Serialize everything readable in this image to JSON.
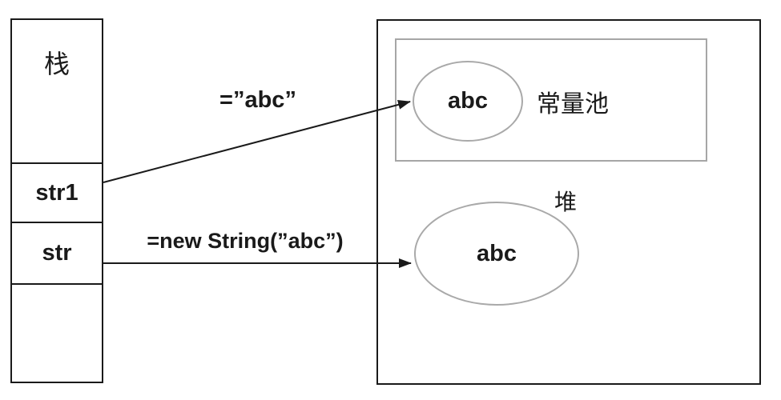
{
  "diagram": {
    "stack": {
      "title": "栈",
      "cells": [
        {
          "label": "str1"
        },
        {
          "label": "str"
        },
        {
          "label": ""
        }
      ]
    },
    "memory": {
      "constant_pool": {
        "label": "常量池",
        "object": "abc"
      },
      "heap": {
        "label": "堆",
        "object": "abc"
      }
    },
    "arrows": [
      {
        "label": "=”abc”",
        "from": "str1",
        "to": "constant-pool-object"
      },
      {
        "label": "=new String(”abc”)",
        "from": "str",
        "to": "heap-object"
      }
    ],
    "colors": {
      "line": "#1a1a1a",
      "muted_border": "#a6a6a6",
      "background": "#ffffff"
    }
  }
}
